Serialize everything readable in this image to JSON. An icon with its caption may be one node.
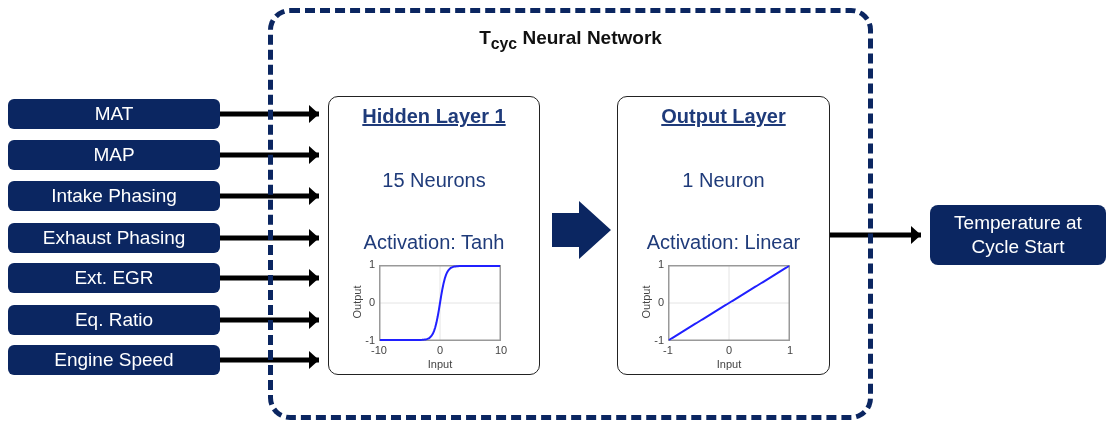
{
  "diagram": {
    "nodes": [
      {
        "text": [
          "T$_{cyc}$ Neural Network"
        ]
      },
      {
        "text": [
          "MAT"
        ]
      },
      {
        "text": [
          "MAP"
        ]
      },
      {
        "text": [
          "Intake Phasing"
        ]
      },
      {
        "text": [
          "Exhaust Phasing"
        ]
      },
      {
        "text": [
          "Ext. EGR"
        ]
      },
      {
        "text": [
          "Eq. Ratio"
        ]
      },
      {
        "text": [
          "Engine Speed"
        ]
      },
      {
        "text": [
          "Hidden Layer 1",
          "15 Neurons",
          "Activation: Tanh"
        ],
        "in": 0
      },
      {
        "text": [
          "Output Layer",
          "1 Neuron",
          "Activation: Linear"
        ],
        "in": 0
      },
      {
        "text": [
          "Temperature at Cycle Start"
        ]
      }
    ],
    "edges": [
      {
        "from": 1,
        "to": 8,
        "arrow": "to"
      },
      {
        "from": 2,
        "to": 8,
        "arrow": "to"
      },
      {
        "from": 3,
        "to": 8,
        "arrow": "to"
      },
      {
        "from": 4,
        "to": 8,
        "arrow": "to"
      },
      {
        "from": 5,
        "to": 8,
        "arrow": "to"
      },
      {
        "from": 6,
        "to": 8,
        "arrow": "to"
      },
      {
        "from": 7,
        "to": 8,
        "arrow": "to"
      },
      {
        "from": 8,
        "to": 9,
        "arrow": "to",
        "style": "thick",
        "color": "#0b2661"
      },
      {
        "from": 9,
        "to": 10,
        "arrow": "to"
      }
    ],
    "labels": [
      "1",
      "0",
      "-1",
      "Output",
      "-10",
      "0",
      "10",
      "Input",
      "1",
      "0",
      "-1",
      "Output",
      "-1",
      "0",
      "1",
      "Input"
    ]
  }
}
